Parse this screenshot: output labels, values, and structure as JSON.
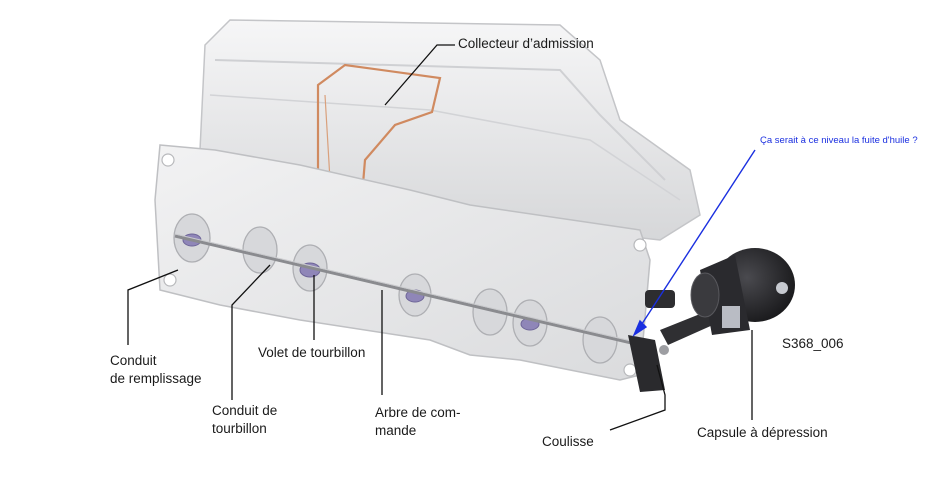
{
  "labels": {
    "collecteur": "Collecteur d’admission",
    "conduit_remplissage_1": "Conduit",
    "conduit_remplissage_2": "de remplissage",
    "volet": "Volet de tourbillon",
    "conduit_tourbillon_1": "Conduit de",
    "conduit_tourbillon_2": "tourbillon",
    "arbre_1": "Arbre de com-",
    "arbre_2": "mande",
    "coulisse": "Coulisse",
    "capsule": "Capsule à dépression",
    "ref": "S368_006"
  },
  "annotation": {
    "text": "Ça serait à ce niveau la fuite d'huile ?",
    "color": "#1a2fe0"
  },
  "colors": {
    "manifold": "#e9e9ea",
    "manifold_shade": "#cfd0d2",
    "copper_outline": "#d08a60",
    "capsule": "#1f1f22"
  }
}
